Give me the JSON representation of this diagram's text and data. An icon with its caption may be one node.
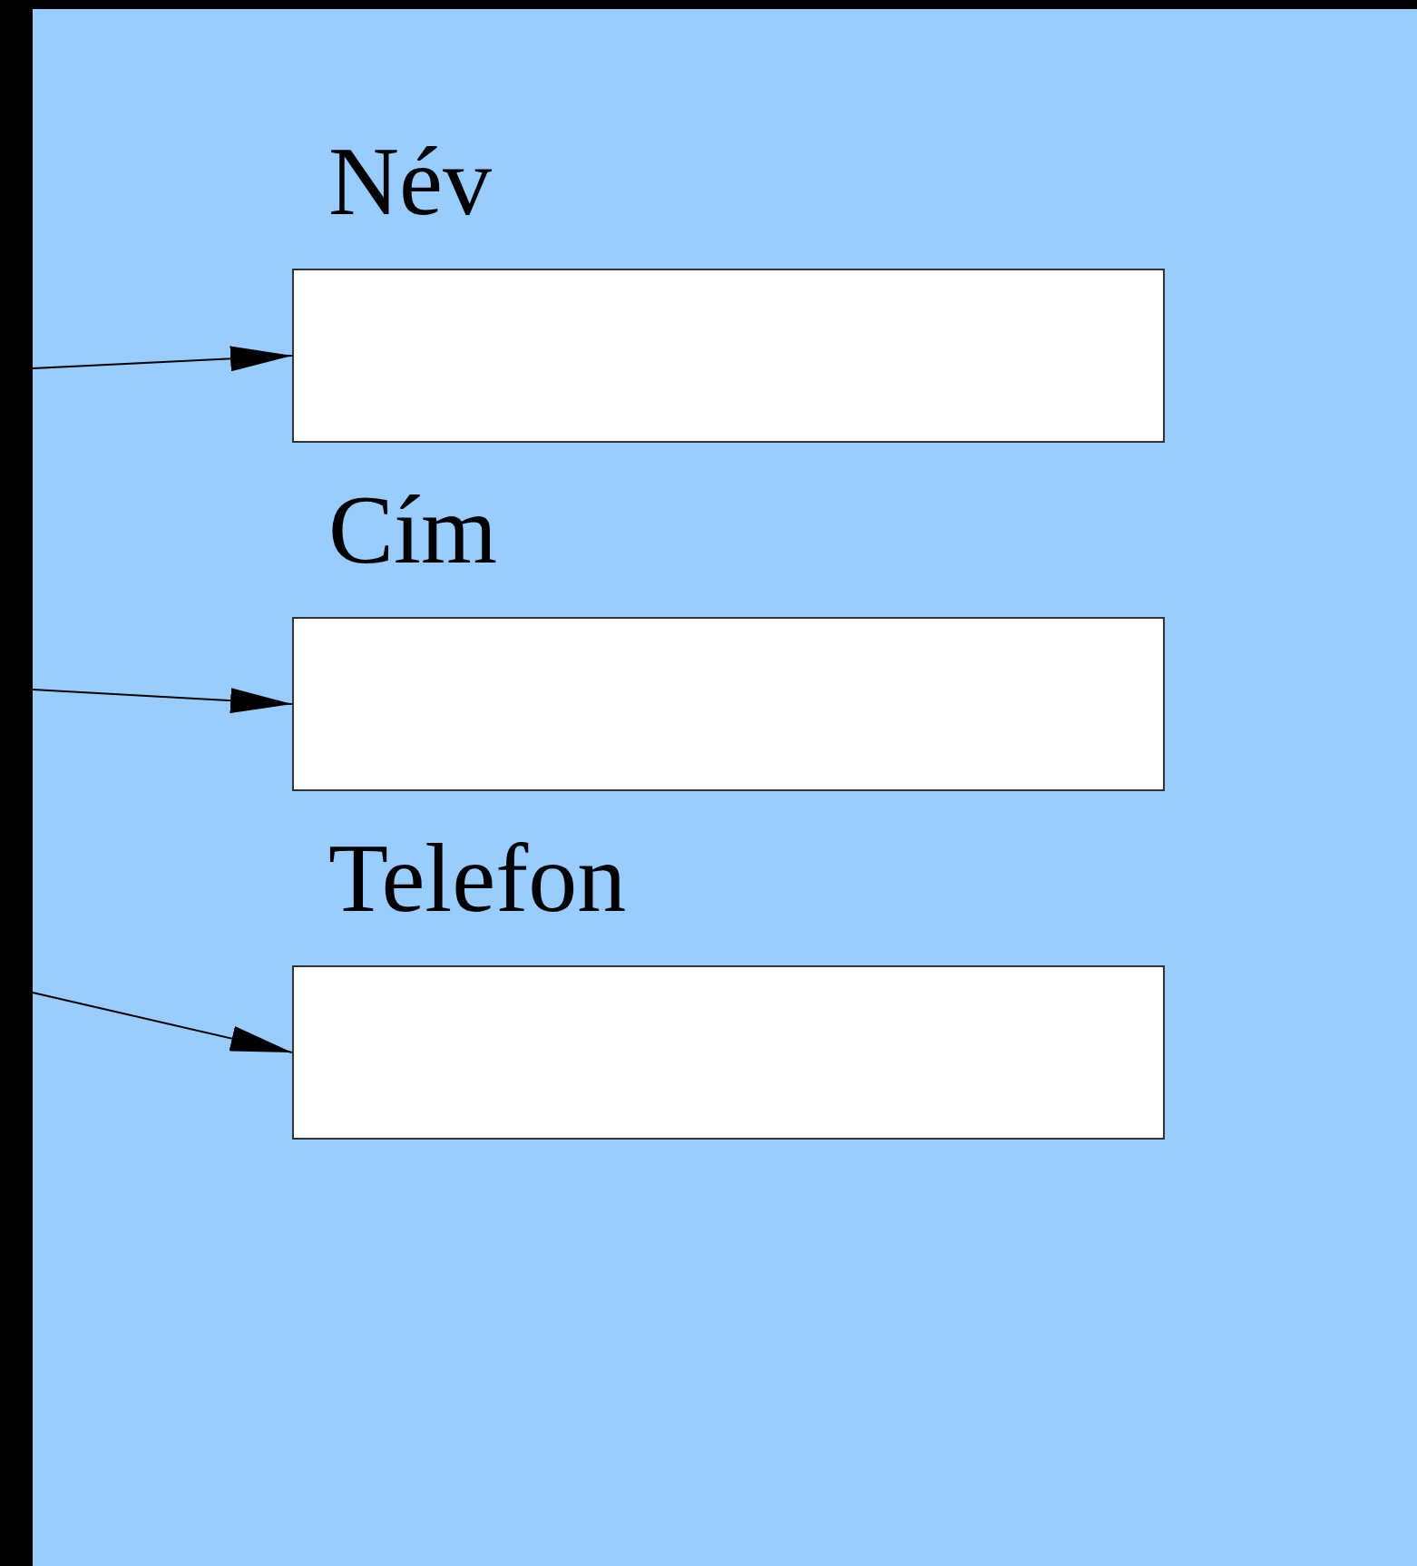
{
  "diagram": {
    "nodes": [
      {
        "text": [
          "Név"
        ]
      },
      {
        "text": [
          "Cím"
        ]
      },
      {
        "text": [
          "Telefon"
        ]
      }
    ],
    "edges": [
      {
        "from": null,
        "to": 0,
        "arrow": "to"
      },
      {
        "from": null,
        "to": 1,
        "arrow": "to"
      },
      {
        "from": null,
        "to": 2,
        "arrow": "to"
      }
    ]
  }
}
